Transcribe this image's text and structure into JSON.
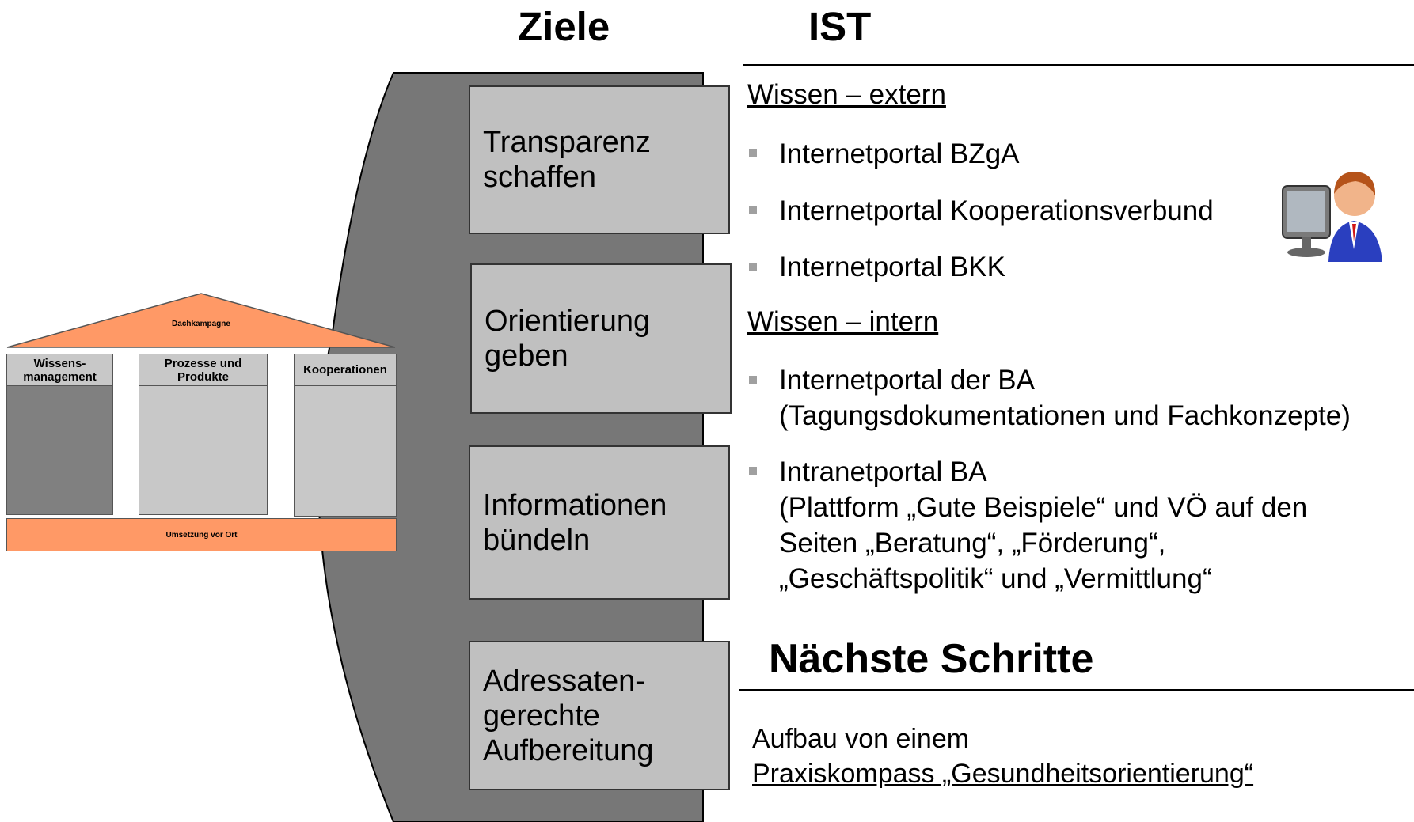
{
  "headers": {
    "ziele": "Ziele",
    "ist": "IST"
  },
  "house": {
    "roof": "Dachkampagne",
    "pillars": [
      "Wissens-\nmanagement",
      "Prozesse und Produkte",
      "Kooperationen"
    ],
    "base": "Umsetzung vor Ort"
  },
  "goals": [
    "Transparenz\n schaffen",
    "Orientierung\ngeben",
    "Informationen\nbündeln",
    "Adressaten-\ngerechte\nAufbereitung"
  ],
  "ist": {
    "extern_heading": "Wissen – extern",
    "extern_items": [
      "Internetportal BZgA",
      "Internetportal Kooperationsverbund",
      "Internetportal BKK"
    ],
    "intern_heading": "Wissen – intern",
    "intern_items": [
      "Internetportal der BA\n(Tagungsdokumentationen und Fachkonzepte)",
      "Intranetportal BA\n(Plattform „Gute Beispiele“ und VÖ auf den\nSeiten „Beratung“, „Förderung“,\n„Geschäftspolitik“ und „Vermittlung“"
    ]
  },
  "next_steps": {
    "title": "Nächste Schritte",
    "line1": "Aufbau von einem",
    "line2": "Praxiskompass „Gesundheitsorientierung“"
  },
  "icons": {
    "user": "user-at-computer-icon"
  },
  "colors": {
    "orange": "#ff9966",
    "dark_gray": "#777777",
    "box_gray": "#c0c0c0"
  }
}
